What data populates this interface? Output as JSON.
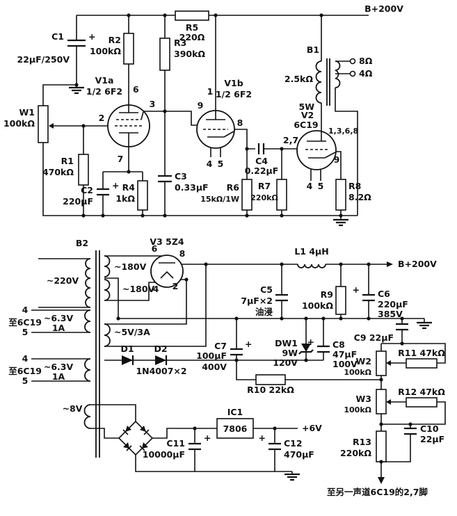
{
  "rails": {
    "b_plus_amp": "B+200V",
    "b_plus_psu": "B+200V",
    "dc_6v": "+6V"
  },
  "note_other_channel": "至另一声道6C19的2,7脚",
  "tubes": {
    "v1a": {
      "ref": "V1a",
      "type": "1/2 6F2",
      "pin_plate": "6",
      "pin_screen": "3",
      "pin_grid": "2",
      "pin_cathode": "7"
    },
    "v1b": {
      "ref": "V1b",
      "type": "1/2 6F2",
      "pin_plate": "1",
      "pin_grid": "9",
      "pin_cathode": "8",
      "pin_h1": "4",
      "pin_h2": "5"
    },
    "v2": {
      "ref": "V2",
      "type": "6C19",
      "pin_plate": "1,3,6,8",
      "pin_grid": "2,7",
      "pin_cathode": "9",
      "pin_h1": "4",
      "pin_h2": "5"
    },
    "v3": {
      "ref": "V3 5Z4",
      "pin_a1": "6",
      "pin_k1": "8",
      "pin_a2": "4",
      "pin_k2": "2"
    }
  },
  "resistors": {
    "r1": {
      "ref": "R1",
      "value": "470kΩ"
    },
    "r2": {
      "ref": "R2",
      "value": "100kΩ"
    },
    "r3": {
      "ref": "R3",
      "value": "390kΩ"
    },
    "r4": {
      "ref": "R4",
      "value": "1kΩ"
    },
    "r5": {
      "ref": "R5",
      "value": "220Ω"
    },
    "r6": {
      "ref": "R6",
      "value": "15kΩ/1W"
    },
    "r7": {
      "ref": "R7",
      "value": "220kΩ"
    },
    "r8": {
      "ref": "R8",
      "value": "8.2Ω"
    },
    "r9": {
      "ref": "R9",
      "value": "100kΩ"
    },
    "r10": {
      "label": "R10 22kΩ"
    },
    "r11": {
      "label": "R11 47kΩ"
    },
    "r12": {
      "label": "R12 47kΩ"
    },
    "r13": {
      "ref": "R13",
      "value": "220kΩ"
    }
  },
  "potentiometers": {
    "w1": {
      "ref": "W1",
      "value": "100kΩ"
    },
    "w2": {
      "ref": "W2",
      "value": "100kΩ"
    },
    "w3": {
      "ref": "W3",
      "value": "100kΩ"
    }
  },
  "capacitors": {
    "c1": {
      "ref": "C1",
      "value": "22μF/250V",
      "polarity": "+"
    },
    "c2": {
      "ref": "C2",
      "value": "220μF",
      "polarity": "+"
    },
    "c3": {
      "ref": "C3",
      "value": "0.33μF"
    },
    "c4": {
      "ref": "C4",
      "value": "0.22μF"
    },
    "c5": {
      "ref": "C5",
      "value": "7μF×2",
      "note": "油浸"
    },
    "c6": {
      "ref": "C6",
      "value": "220μF",
      "voltage": "385V",
      "polarity": "+"
    },
    "c7": {
      "ref": "C7",
      "value": "100μF",
      "voltage": "400V",
      "polarity": "+"
    },
    "c8": {
      "ref": "C8",
      "value": "47μF",
      "voltage": "100V",
      "polarity": "+"
    },
    "c9": {
      "label": "C9 22μF"
    },
    "c10": {
      "ref": "C10",
      "value": "22μF"
    },
    "c11": {
      "ref": "C11",
      "value": "10000μF",
      "polarity": "+"
    },
    "c12": {
      "ref": "C12",
      "value": "470μF",
      "polarity": "+"
    }
  },
  "diodes": {
    "d1": "D1",
    "d2": "D2",
    "type_note": "1N4007×2",
    "dw1": {
      "ref": "DW1",
      "power": "9W",
      "voltage": "120V"
    }
  },
  "inductor": {
    "label": "L1 4μH"
  },
  "ic": {
    "ref": "IC1",
    "part": "7806"
  },
  "transformers": {
    "b1": {
      "ref": "B1",
      "primary_impedance": "2.5kΩ",
      "power": "5W",
      "tap_8": "8Ω",
      "tap_4": "4Ω"
    },
    "b2": {
      "ref": "B2",
      "primary": "~220V",
      "ht1": "~180V",
      "ht2": "~180V",
      "rect_heater": "~5V/3A",
      "aux": "~8V",
      "heater1": {
        "pin_a": "4",
        "pin_b": "5",
        "dest": "至6C19",
        "value": "~6.3V",
        "current": "1A"
      },
      "heater2": {
        "pin_a": "4",
        "pin_b": "5",
        "dest": "至6C19",
        "value": "~6.3V",
        "current": "1A"
      }
    }
  }
}
